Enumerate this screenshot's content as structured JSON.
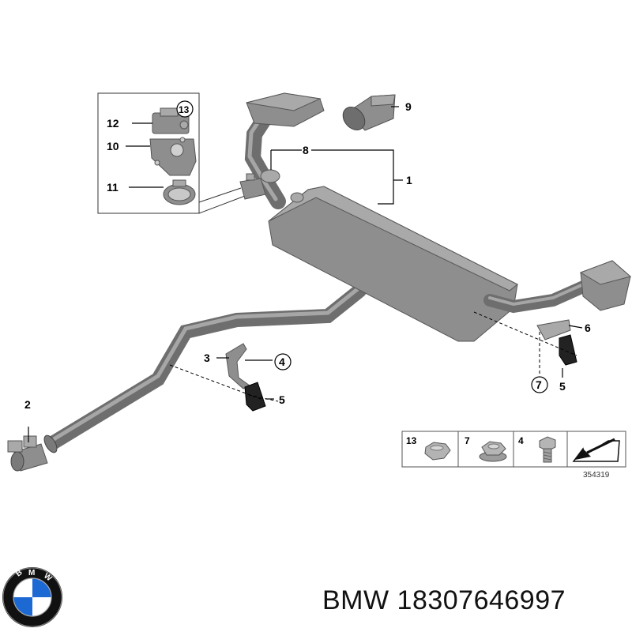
{
  "callouts": {
    "c1": "1",
    "c2": "2",
    "c3": "3",
    "c4": "4",
    "c5a": "5",
    "c5b": "5",
    "c6": "6",
    "c7": "7",
    "c8": "8",
    "c9": "9",
    "c10": "10",
    "c11": "11",
    "c12": "12",
    "c13": "13"
  },
  "legend": {
    "items": [
      {
        "label": "13",
        "part": "nut-hex-icon"
      },
      {
        "label": "7",
        "part": "nut-flanged-icon"
      },
      {
        "label": "4",
        "part": "bolt-icon"
      }
    ],
    "ref_number": "354319"
  },
  "brand": {
    "logo": "bmw-roundel",
    "logo_letters": "BMW",
    "text": "BMW 18307646997"
  },
  "colors": {
    "part_gray": "#8e8e8e",
    "logo_blue": "#1c69d4",
    "logo_black": "#111111"
  }
}
